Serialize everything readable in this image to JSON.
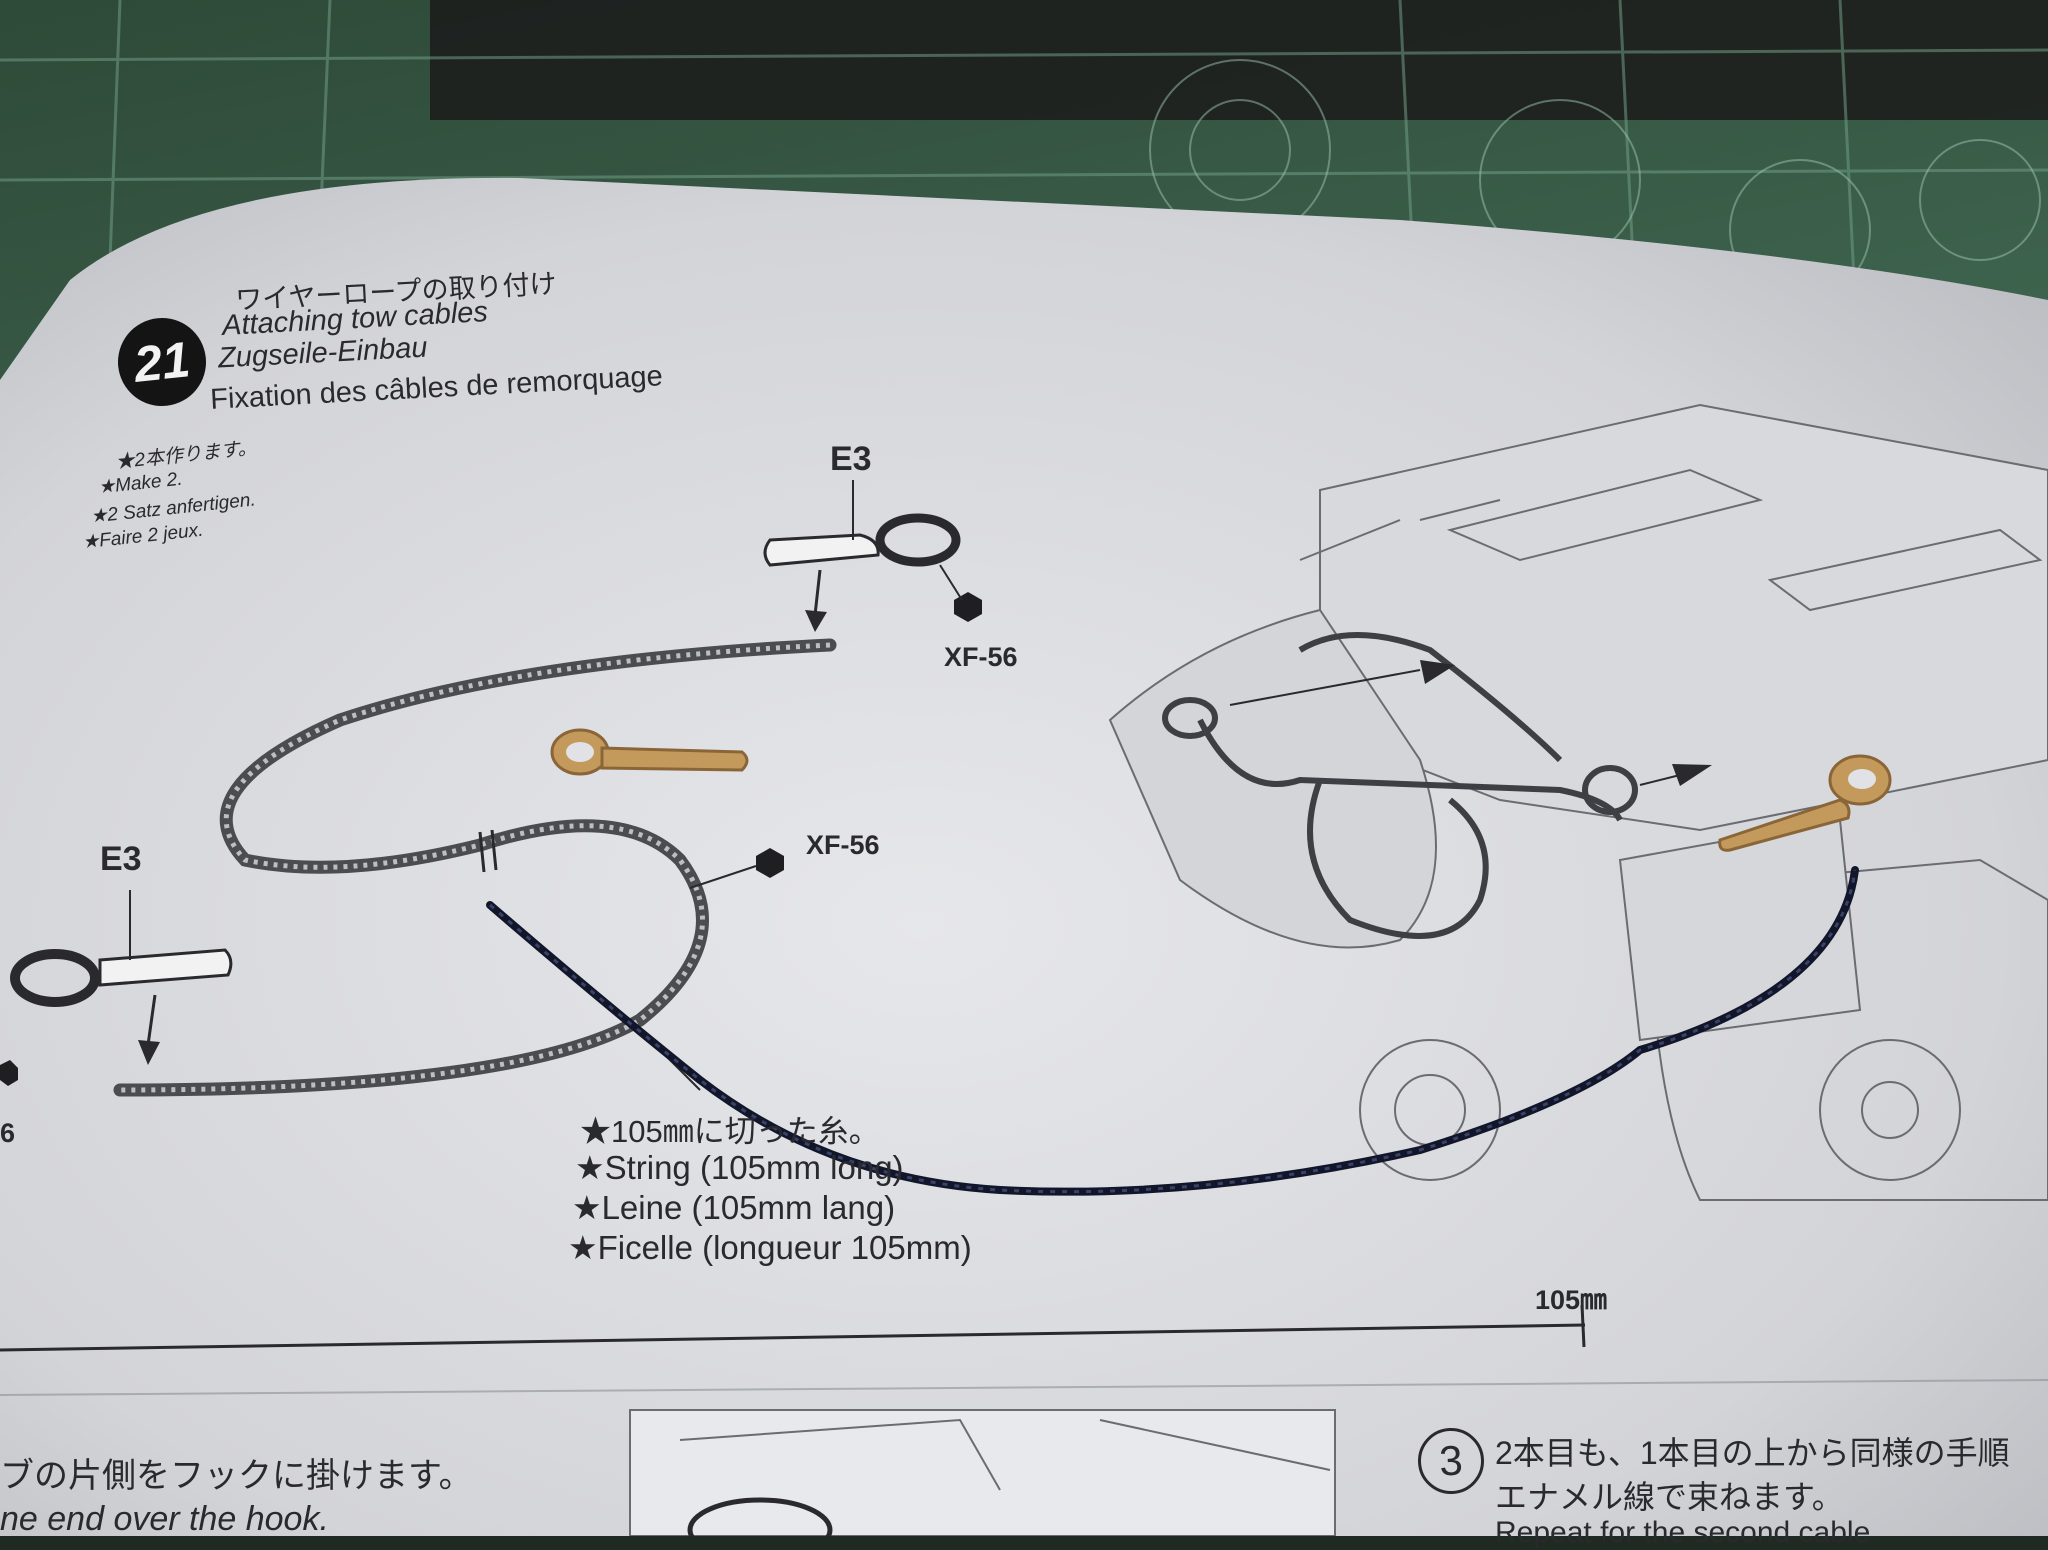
{
  "step": {
    "number": "21",
    "title_jp": "ワイヤーロープの取り付け",
    "title_en": "Attaching tow cables",
    "title_de": "Zugseile-Einbau",
    "title_fr": "Fixation des câbles de remorquage"
  },
  "make_note": {
    "jp": "★2本作ります。",
    "en": "★Make 2.",
    "de": "★2 Satz anfertigen.",
    "fr": "★Faire 2 jeux."
  },
  "part_labels": {
    "e3_top": "E3",
    "e3_left": "E3",
    "paint_top": "XF-56",
    "paint_mid": "XF-56",
    "paint_cut": "6"
  },
  "string_note": {
    "jp": "★105㎜に切った糸。",
    "en": "★String (105mm long)",
    "de": "★Leine (105mm lang)",
    "fr": "★Ficelle (longueur 105mm)"
  },
  "scale_label": "105㎜",
  "bottom_left": {
    "line1": "ブの片側をフックに掛けます。",
    "line2": "ne end over the hook."
  },
  "bottom_right": {
    "number": "3",
    "line1": "2本目も、1本目の上から同様の手順",
    "line2": "エナメル線で束ねます。",
    "line3": "Repeat for the second cable"
  }
}
